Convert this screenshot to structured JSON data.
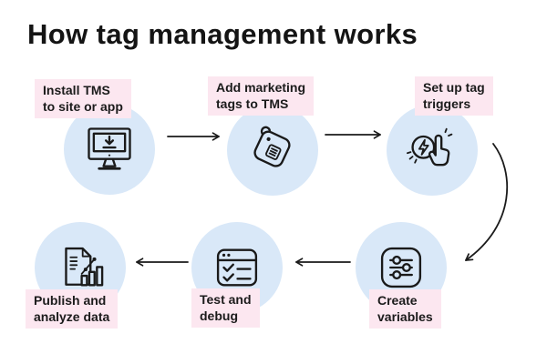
{
  "title": "How tag management works",
  "colors": {
    "circle_fill": "#d9e8f8",
    "label_bg": "#fce7f0",
    "ink": "#1a1a1a",
    "background": "#ffffff"
  },
  "steps": [
    {
      "order": 1,
      "label_line1": "Install TMS",
      "label_line2": "to site or app",
      "icon": "monitor-download-icon"
    },
    {
      "order": 2,
      "label_line1": "Add marketing",
      "label_line2": "tags to TMS",
      "icon": "price-tag-icon"
    },
    {
      "order": 3,
      "label_line1": "Set up tag",
      "label_line2": "triggers",
      "icon": "tap-trigger-icon"
    },
    {
      "order": 4,
      "label_line1": "Create",
      "label_line2": "variables",
      "icon": "sliders-icon"
    },
    {
      "order": 5,
      "label_line1": "Test and",
      "label_line2": "debug",
      "icon": "checklist-window-icon"
    },
    {
      "order": 6,
      "label_line1": "Publish and",
      "label_line2": "analyze data",
      "icon": "document-chart-icon"
    }
  ]
}
